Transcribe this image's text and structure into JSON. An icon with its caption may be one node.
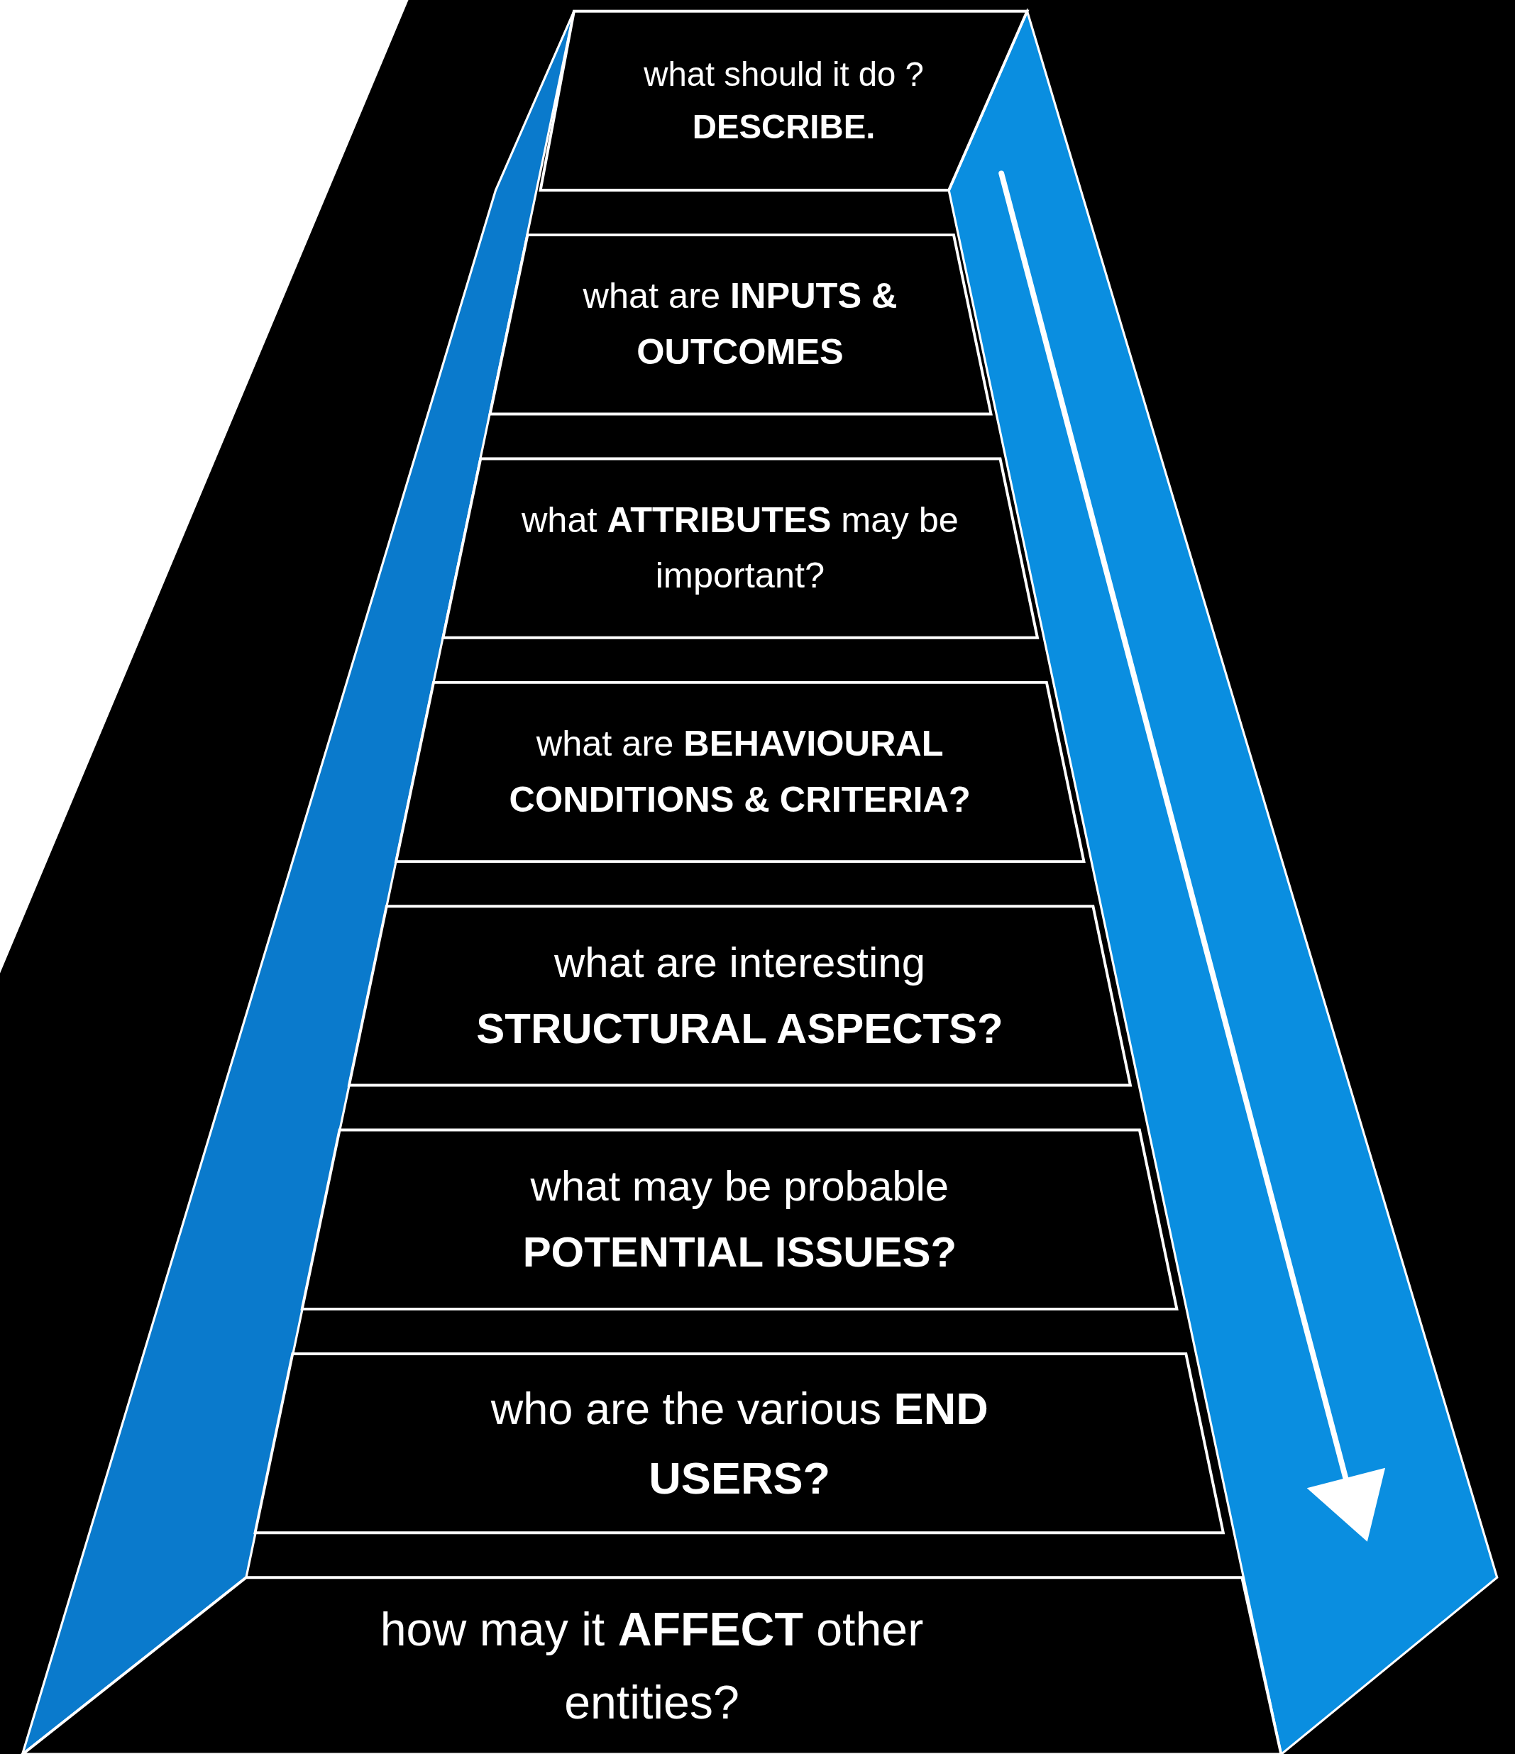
{
  "diagram": {
    "nodes": [
      {
        "text": [
          "what should it do ? **DESCRIBE.**"
        ]
      },
      {
        "text": [
          "what are **INPUTS & OUTCOMES**"
        ]
      },
      {
        "text": [
          "what **ATTRIBUTES** may be important?"
        ]
      },
      {
        "text": [
          "what are **BEHAVIOURAL CONDITIONS & CRITERIA?**"
        ]
      },
      {
        "text": [
          "what are interesting **STRUCTURAL ASPECTS?**"
        ]
      },
      {
        "text": [
          "what may be probable **POTENTIAL ISSUES?**"
        ]
      },
      {
        "text": [
          "who are the various **END USERS?**"
        ]
      },
      {
        "text": [
          "how may it **AFFECT** other entities?"
        ]
      }
    ]
  }
}
